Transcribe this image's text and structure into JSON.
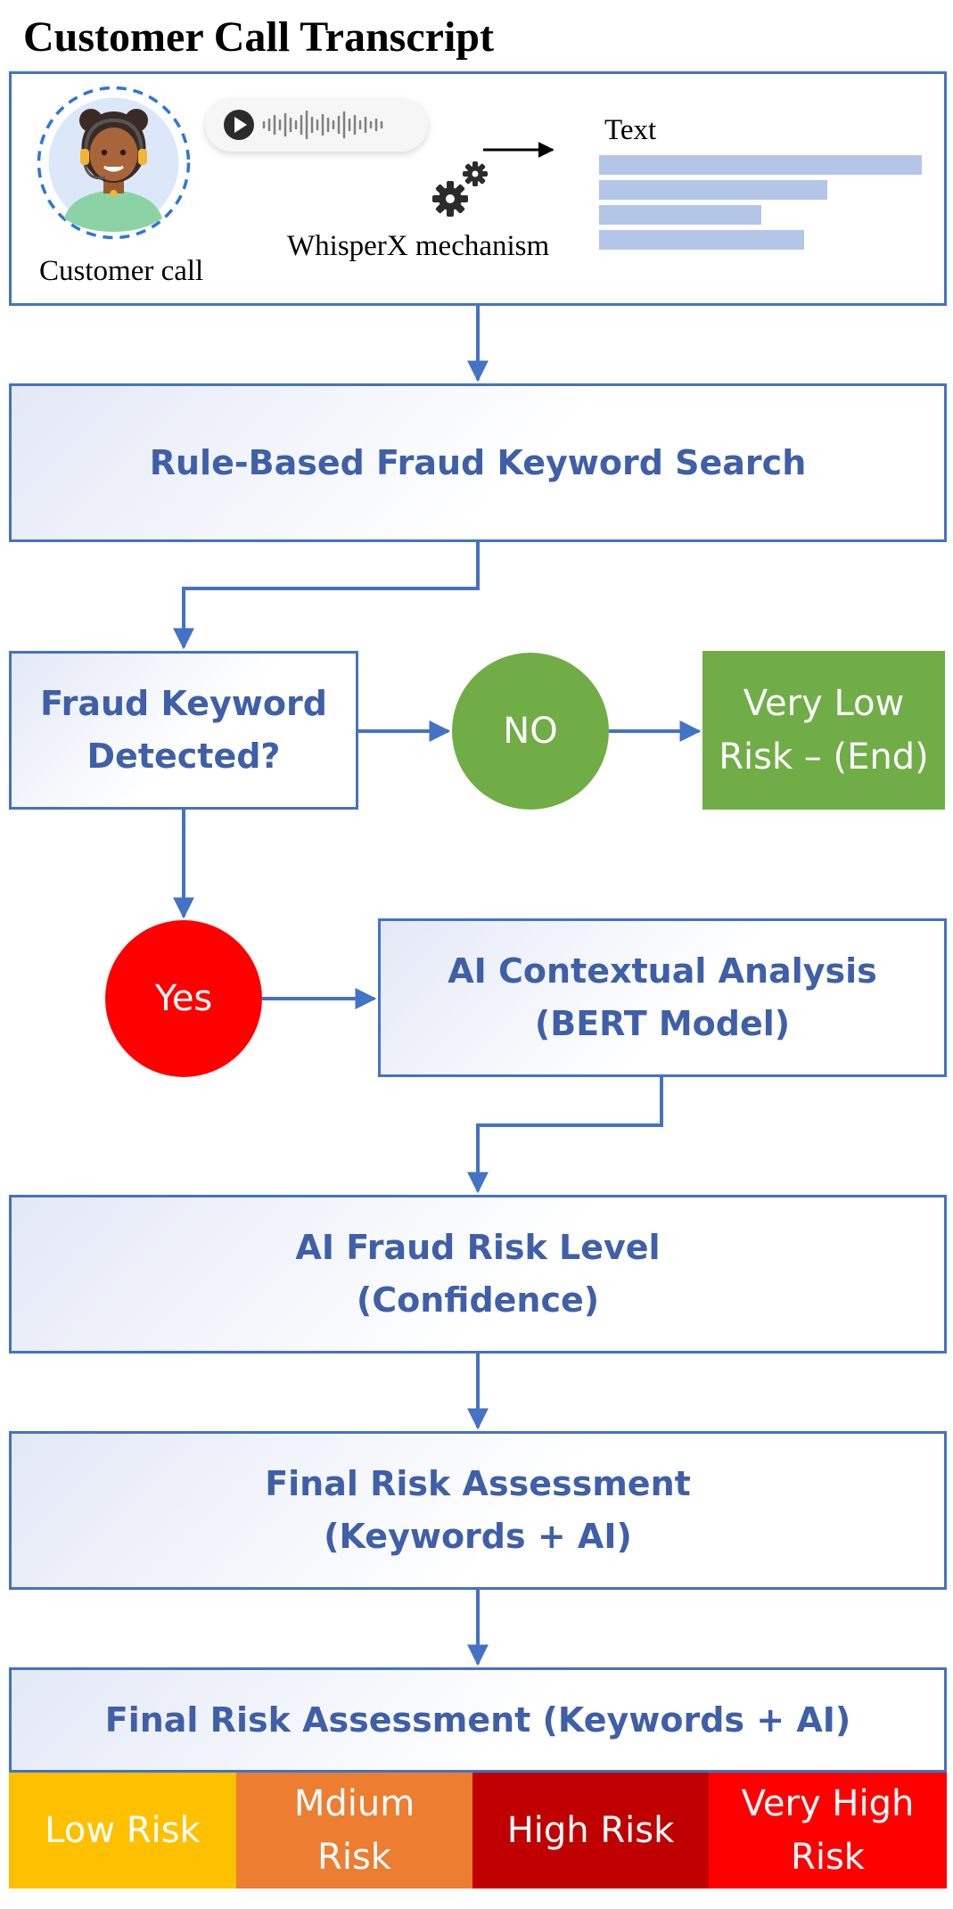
{
  "header": {
    "title": "Customer Call Transcript"
  },
  "transcript": {
    "caller_label": "Customer call",
    "mechanism_label": "WhisperX mechanism",
    "text_label": "Text"
  },
  "steps": {
    "keyword_search": "Rule-Based Fraud Keyword Search",
    "keyword_detected_line1": "Fraud Keyword",
    "keyword_detected_line2": "Detected?",
    "no_label": "NO",
    "very_low_line1": "Very Low",
    "very_low_line2": "Risk – (End)",
    "yes_label": "Yes",
    "ai_context_line1": "AI Contextual Analysis",
    "ai_context_line2": "(BERT Model)",
    "ai_risk_line1": "AI Fraud Risk Level",
    "ai_risk_line2": "(Confidence)",
    "final_line1": "Final Risk Assessment",
    "final_line2": "(Keywords + AI)",
    "final_bar": "Final Risk Assessment (Keywords + AI)"
  },
  "risk_levels": [
    {
      "line1": "Low Risk",
      "line2": "",
      "color": "#FFC000"
    },
    {
      "line1": "Mdium",
      "line2": "Risk",
      "color": "#ED7D31"
    },
    {
      "line1": "High Risk",
      "line2": "",
      "color": "#C00000"
    },
    {
      "line1": "Very High",
      "line2": "Risk",
      "color": "#FF0000"
    }
  ],
  "colors": {
    "accent": "#4472C4",
    "box_text": "#3F5FA8",
    "no": "#70AD47",
    "yes": "#FF0000"
  },
  "icons": [
    "agent-avatar-icon",
    "play-icon",
    "waveform-icon",
    "gears-icon",
    "arrow-right-icon"
  ]
}
